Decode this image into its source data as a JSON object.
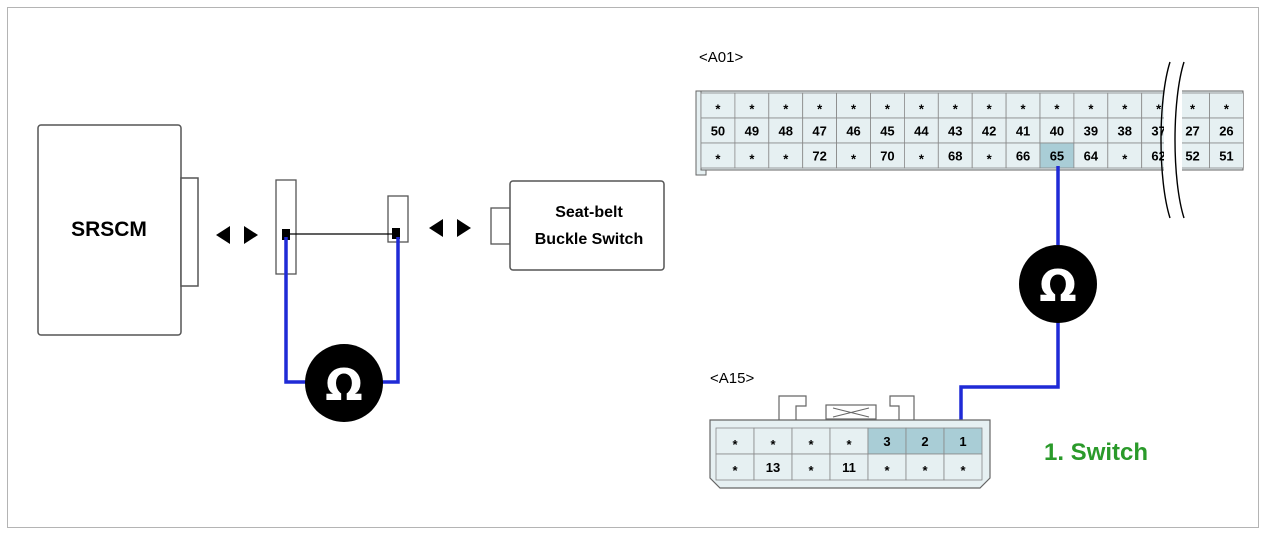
{
  "left_diagram": {
    "srscm_label": "SRSCM",
    "buckle_label_line1": "Seat-belt",
    "buckle_label_line2": "Buckle Switch",
    "ohm_symbol": "Ω",
    "connector_arrow_icon": "double-arrow-icon"
  },
  "a01": {
    "label": "<A01>",
    "rows": [
      [
        "*",
        "*",
        "*",
        "*",
        "*",
        "*",
        "*",
        "*",
        "*",
        "*",
        "*",
        "*",
        "*",
        "*",
        "*",
        "*"
      ],
      [
        "50",
        "49",
        "48",
        "47",
        "46",
        "45",
        "44",
        "43",
        "42",
        "41",
        "40",
        "39",
        "38",
        "37",
        "27",
        "26"
      ],
      [
        "*",
        "*",
        "*",
        "72",
        "*",
        "70",
        "*",
        "68",
        "*",
        "66",
        "65",
        "64",
        "*",
        "62",
        "52",
        "51"
      ]
    ],
    "highlight_pin": "65"
  },
  "a15": {
    "label": "<A15>",
    "rows": [
      [
        "*",
        "*",
        "*",
        "*",
        "3",
        "2",
        "1"
      ],
      [
        "*",
        "13",
        "*",
        "11",
        "*",
        "*",
        "*"
      ]
    ],
    "highlight_pins": [
      "3",
      "2",
      "1"
    ]
  },
  "right_meter": {
    "ohm_symbol": "Ω"
  },
  "caption": "1. Switch",
  "colors": {
    "wire": "#1f2ad6",
    "pin_fill": "#e6f0f2",
    "pin_highlight": "#a9cdd6",
    "caption": "#2a9a2a",
    "meter": "#000000"
  }
}
